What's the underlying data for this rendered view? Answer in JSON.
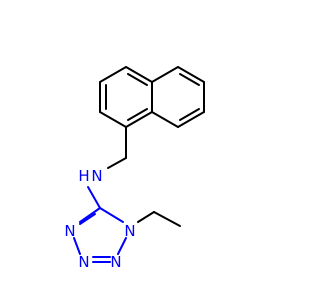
{
  "molecule": {
    "atoms": [
      {
        "id": "N_amine",
        "text": "N",
        "sub": "H",
        "color": "#0000ff"
      },
      {
        "id": "N1",
        "text": "N",
        "color": "#0000ff"
      },
      {
        "id": "N2",
        "text": "N",
        "color": "#0000ff"
      },
      {
        "id": "N3",
        "text": "N",
        "color": "#0000ff"
      },
      {
        "id": "N4",
        "text": "N",
        "color": "#0000ff"
      }
    ]
  }
}
